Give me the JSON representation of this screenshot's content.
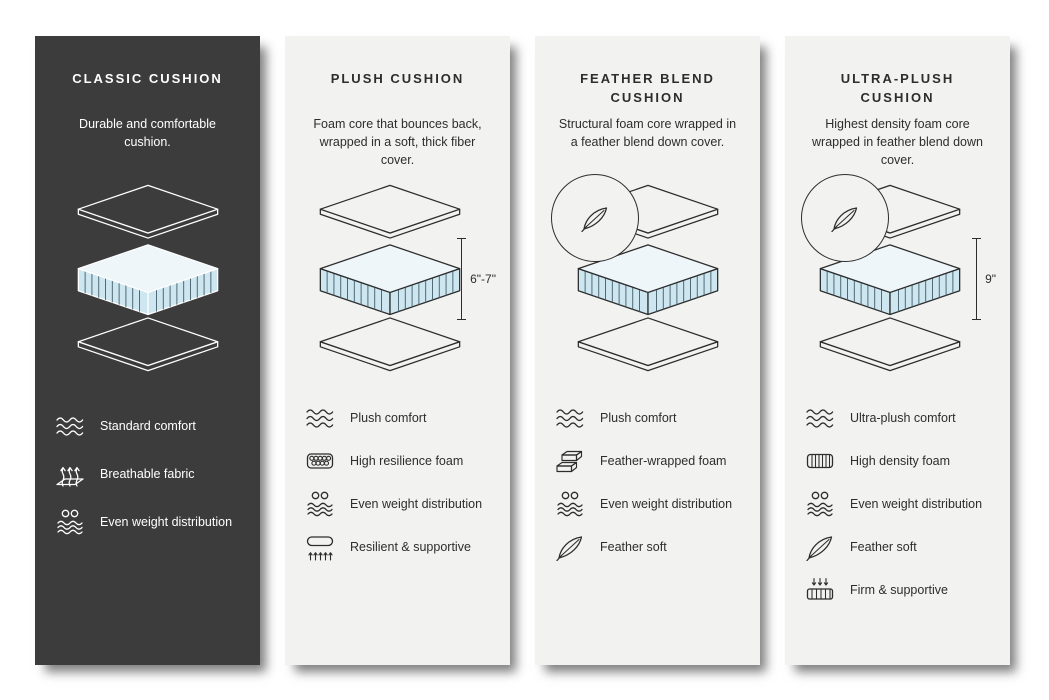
{
  "cards": [
    {
      "title": "CLASSIC CUSHION",
      "description": "Durable and comfortable cushion.",
      "theme": "dark",
      "measurement": null,
      "feather_badge": false,
      "features": [
        {
          "icon": "waves-icon",
          "label": "Standard comfort"
        },
        {
          "icon": "breathable-icon",
          "label": "Breathable fabric"
        },
        {
          "icon": "weight-distribution-icon",
          "label": "Even weight distribution"
        }
      ]
    },
    {
      "title": "PLUSH CUSHION",
      "description": "Foam core that bounces back, wrapped in a soft, thick fiber cover.",
      "theme": "light",
      "measurement": "6\"-7\"",
      "feather_badge": false,
      "features": [
        {
          "icon": "waves-icon",
          "label": "Plush comfort"
        },
        {
          "icon": "foam-cells-icon",
          "label": "High resilience foam"
        },
        {
          "icon": "weight-distribution-icon",
          "label": "Even weight distribution"
        },
        {
          "icon": "resilient-icon",
          "label": "Resilient & supportive"
        }
      ]
    },
    {
      "title": "FEATHER BLEND CUSHION",
      "description": "Structural foam core wrapped in a feather blend down cover.",
      "theme": "light",
      "measurement": null,
      "feather_badge": true,
      "features": [
        {
          "icon": "waves-icon",
          "label": "Plush comfort"
        },
        {
          "icon": "brick-foam-icon",
          "label": "Feather-wrapped foam"
        },
        {
          "icon": "weight-distribution-icon",
          "label": "Even weight distribution"
        },
        {
          "icon": "feather-icon",
          "label": "Feather soft"
        }
      ]
    },
    {
      "title": "ULTRA-PLUSH CUSHION",
      "description": "Highest density foam core wrapped in feather blend down cover.",
      "theme": "light",
      "measurement": "9\"",
      "feather_badge": true,
      "features": [
        {
          "icon": "waves-icon",
          "label": "Ultra-plush comfort"
        },
        {
          "icon": "density-foam-icon",
          "label": "High density foam"
        },
        {
          "icon": "weight-distribution-icon",
          "label": "Even weight distribution"
        },
        {
          "icon": "feather-icon",
          "label": "Feather soft"
        },
        {
          "icon": "firm-support-icon",
          "label": "Firm & supportive"
        }
      ]
    }
  ],
  "colors": {
    "dark_card": "#3d3c3c",
    "light_card": "#f2f2f1",
    "outline": "#2d2d2d",
    "foam_fill": "#cde6ef",
    "foam_top": "#eef6fa",
    "hatch": "#47626e"
  }
}
